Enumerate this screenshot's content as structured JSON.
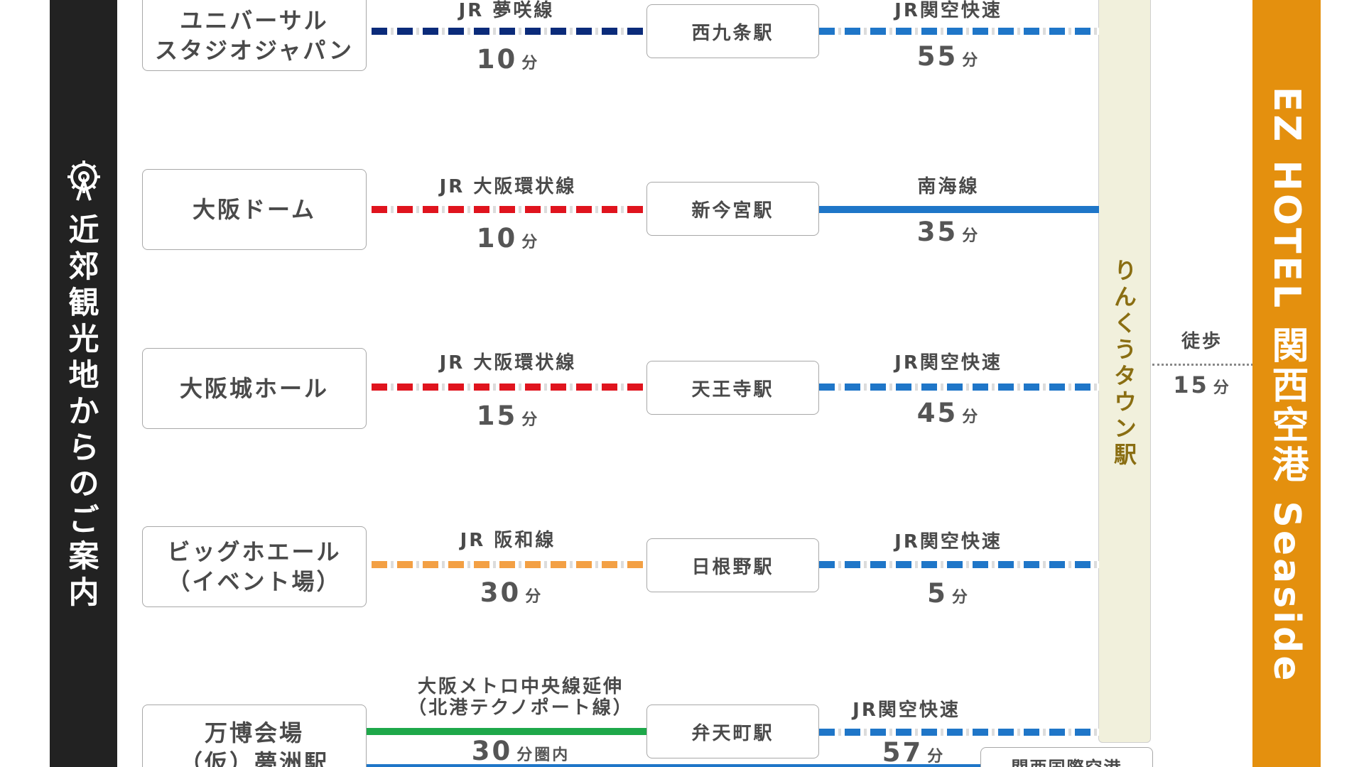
{
  "sidebar": {
    "title": "近郊観光地からのご案内",
    "icon": "ferris-wheel-icon"
  },
  "hotel": {
    "title": "EZ HOTEL 関西空港 Seaside",
    "color": "#e4900e"
  },
  "hub_station": {
    "label": "りんくうタウン駅",
    "walk_label": "徒歩",
    "walk_time": "15",
    "walk_unit": "分"
  },
  "unit": "分",
  "colors": {
    "navy": "#0b2b7a",
    "red": "#e0141e",
    "blue": "#1f76c8",
    "orange": "#f3a044",
    "green": "#1ea84a"
  },
  "routes": [
    {
      "destination": "ユニバーサル\nスタジオジャパン",
      "line1": "JR 夢咲線",
      "time1": "10",
      "transfer": "西九条駅",
      "line2": "JR関空快速",
      "time2": "55",
      "line1_style": "navy-dashed",
      "line2_style": "blue-dashed"
    },
    {
      "destination": "大阪ドーム",
      "line1": "JR 大阪環状線",
      "time1": "10",
      "transfer": "新今宮駅",
      "line2": "南海線",
      "time2": "35",
      "line1_style": "red-dashed",
      "line2_style": "blue-solid"
    },
    {
      "destination": "大阪城ホール",
      "line1": "JR 大阪環状線",
      "time1": "15",
      "transfer": "天王寺駅",
      "line2": "JR関空快速",
      "time2": "45",
      "line1_style": "red-dashed",
      "line2_style": "blue-dashed"
    },
    {
      "destination": "ビッグホエール\n（イベント場）",
      "line1": "JR 阪和線",
      "time1": "30",
      "transfer": "日根野駅",
      "line2": "JR関空快速",
      "time2": "5",
      "line1_style": "orange-dashed",
      "line2_style": "blue-dashed"
    },
    {
      "destination": "万博会場\n（仮）夢洲駅",
      "line1": "大阪メトロ中央線延伸\n（北港テクノポート線）",
      "time1": "30",
      "time1_suffix": "分圏内",
      "transfer": "弁天町駅",
      "line2": "JR関空快速",
      "time2": "57",
      "line1_style": "green-solid",
      "line2_style": "blue-dashed"
    }
  ],
  "airport_box": "関西国際空港"
}
